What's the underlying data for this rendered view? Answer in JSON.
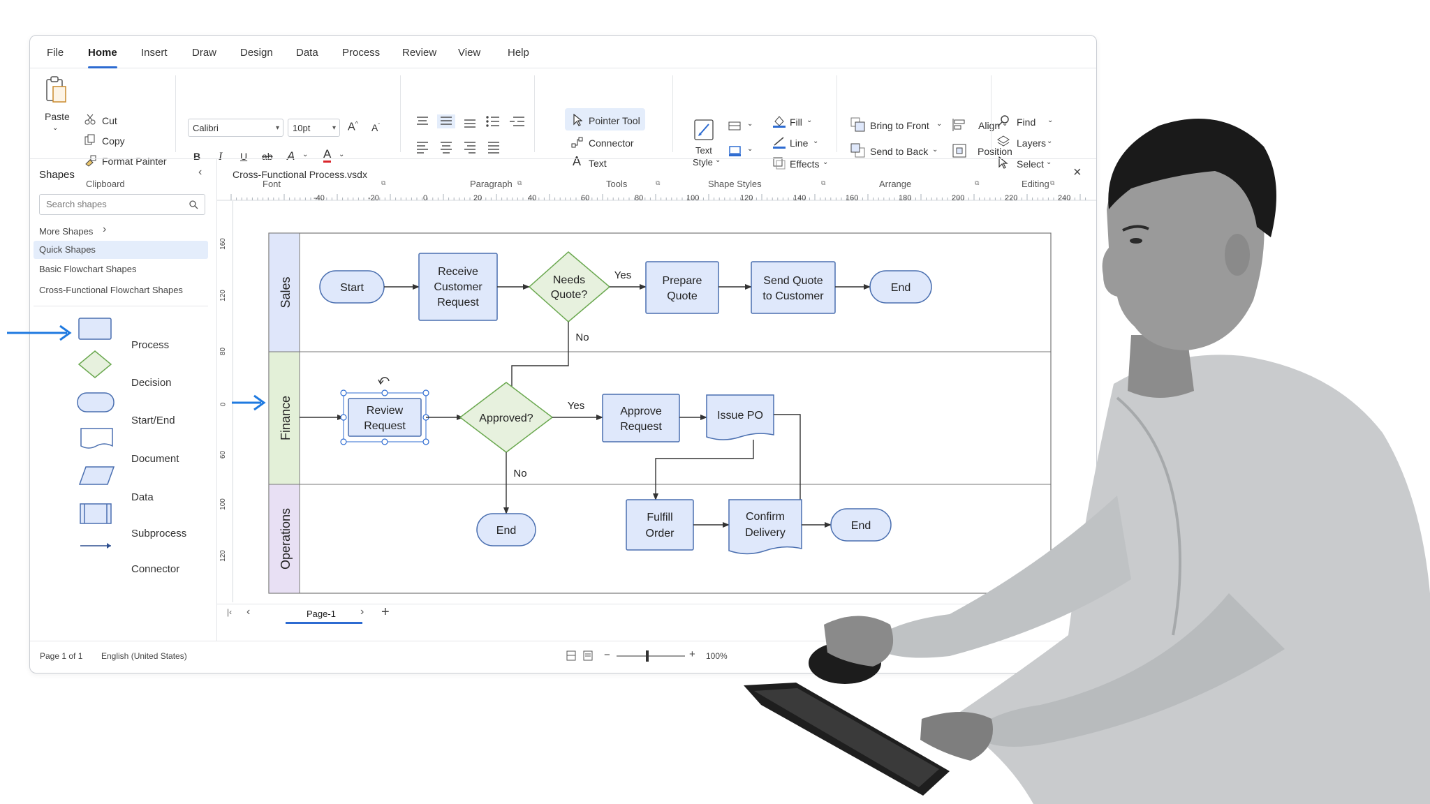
{
  "menu": {
    "tabs": [
      "File",
      "Home",
      "Insert",
      "Draw",
      "Design",
      "Data",
      "Process",
      "Review",
      "View",
      "Help"
    ],
    "active": "Home"
  },
  "ribbon": {
    "clipboard": {
      "paste": "Paste",
      "cut": "Cut",
      "copy": "Copy",
      "format_painter": "Format Painter",
      "label": "Clipboard"
    },
    "font": {
      "family": "Calibri",
      "size": "10pt",
      "label": "Font"
    },
    "paragraph": {
      "label": "Paragraph"
    },
    "tools": {
      "pointer": "Pointer Tool",
      "connector": "Connector",
      "text": "Text",
      "label": "Tools"
    },
    "shape_styles": {
      "text_style_1": "Text",
      "text_style_2": "Style",
      "fill": "Fill",
      "line": "Line",
      "effects": "Effects",
      "label": "Shape Styles"
    },
    "arrange": {
      "bring_front": "Bring to Front",
      "send_back": "Send to Back",
      "align": "Align",
      "position": "Position",
      "label": "Arrange"
    },
    "editing": {
      "find": "Find",
      "layers": "Layers",
      "select": "Select",
      "label": "Editing"
    }
  },
  "sidebar": {
    "title": "Shapes",
    "search_placeholder": "Search shapes",
    "more_shapes": "More Shapes",
    "categories": [
      "Quick Shapes",
      "Basic Flowchart Shapes",
      "Cross-Functional Flowchart Shapes"
    ],
    "selected_category": "Quick Shapes",
    "shapes": [
      "Process",
      "Decision",
      "Start/End",
      "Document",
      "Data",
      "Subprocess",
      "Connector"
    ]
  },
  "document": {
    "title": "Cross-Functional Process.vsdx",
    "ruler_top": [
      "-40",
      "-20",
      "0",
      "20",
      "40",
      "60",
      "80",
      "100",
      "120",
      "140",
      "160",
      "180",
      "200",
      "220",
      "240"
    ],
    "ruler_left": [
      "160",
      "120",
      "80",
      "0",
      "60",
      "100",
      "120"
    ]
  },
  "diagram": {
    "lanes": [
      "Sales",
      "Finance",
      "Operations"
    ],
    "nodes": {
      "start": "Start",
      "receive": [
        "Receive",
        "Customer",
        "Request"
      ],
      "needs": [
        "Needs",
        "Quote?"
      ],
      "prepare": [
        "Prepare",
        "Quote"
      ],
      "send": [
        "Send Quote",
        "to Customer"
      ],
      "end1": "End",
      "review": [
        "Review",
        "Request"
      ],
      "approved": "Approved?",
      "approve": [
        "Approve",
        "Request"
      ],
      "issue": "Issue PO",
      "end2": "End",
      "fulfill": [
        "Fulfill",
        "Order"
      ],
      "confirm": [
        "Confirm",
        "Delivery"
      ],
      "end3": "End"
    },
    "edge_labels": {
      "yes1": "Yes",
      "no1": "No",
      "yes2": "Yes",
      "no2": "No"
    }
  },
  "pages": {
    "current": "Page-1"
  },
  "status": {
    "page": "Page 1 of 1",
    "language": "English (United States)",
    "zoom": "100%"
  },
  "colors": {
    "accent": "#2d6bd1",
    "process_fill": "#dfe8fb",
    "process_stroke": "#4a6fb0",
    "decision_fill": "#e7f1de",
    "decision_stroke": "#6aa84f",
    "lane_sales": "#dfe6fa",
    "lane_finance": "#e3f0d8",
    "lane_operations": "#e8e0f4"
  }
}
